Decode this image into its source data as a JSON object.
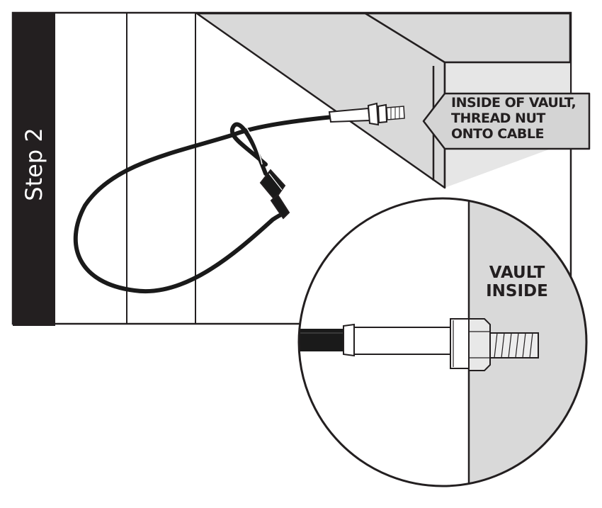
{
  "step": {
    "label": "Step 2"
  },
  "callout": {
    "text": "INSIDE OF VAULT,\nTHREAD NUT\nONTO CABLE"
  },
  "detail": {
    "label": "VAULT\nINSIDE"
  },
  "colors": {
    "ink": "#231f20",
    "vault_gray": "#d9d9d9",
    "callout_gray": "#d4d4d4",
    "cable": "#1a1a1a",
    "white": "#ffffff"
  },
  "icons": [
    "cable-loop-icon",
    "lock-head-icon",
    "threaded-bolt-icon",
    "hex-nut-icon"
  ]
}
